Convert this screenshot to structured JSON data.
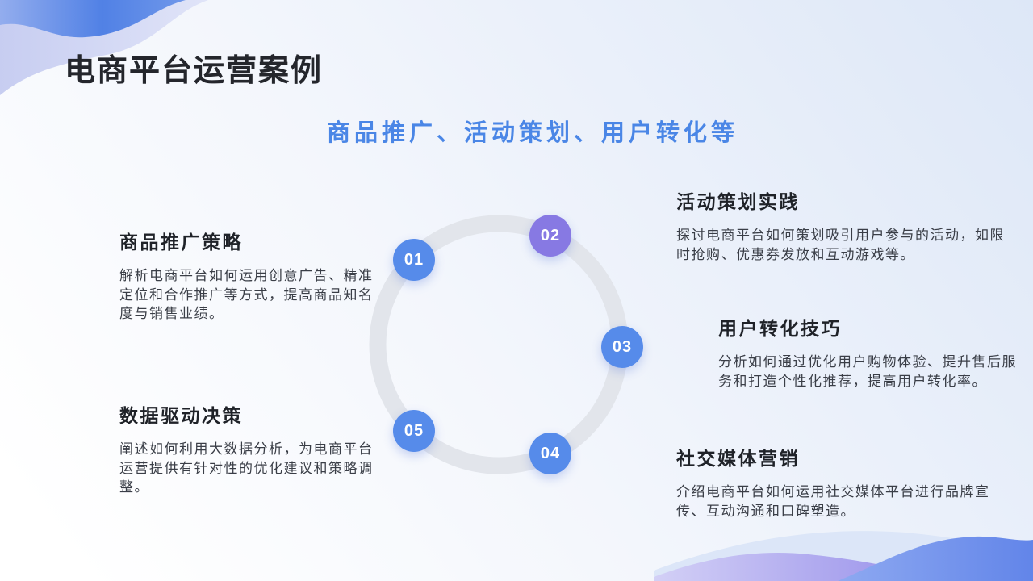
{
  "slide": {
    "title": "电商平台运营案例",
    "subtitle": "商品推广、活动策划、用户转化等"
  },
  "sections": [
    {
      "id": "product-promotion",
      "heading": "商品推广策略",
      "body": "解析电商平台如何运用创意广告、精准定位和合作推广等方式，提高商品知名度与销售业绩。"
    },
    {
      "id": "data-driven",
      "heading": "数据驱动决策",
      "body": "阐述如何利用大数据分析，为电商平台运营提供有针对性的优化建议和策略调整。"
    },
    {
      "id": "event-planning",
      "heading": "活动策划实践",
      "body": "探讨电商平台如何策划吸引用户参与的活动，如限时抢购、优惠券发放和互动游戏等。"
    },
    {
      "id": "user-conversion",
      "heading": "用户转化技巧",
      "body": "分析如何通过优化用户购物体验、提升售后服务和打造个性化推荐，提高用户转化率。"
    },
    {
      "id": "social-media",
      "heading": "社交媒体营销",
      "body": "介绍电商平台如何运用社交媒体平台进行品牌宣传、互动沟通和口碑塑造。"
    }
  ],
  "diagram": {
    "type": "circular-process",
    "ring_color": "#e2e5eb",
    "badges": [
      {
        "num": "01",
        "color": "#568bea"
      },
      {
        "num": "02",
        "color": "#8779e3"
      },
      {
        "num": "03",
        "color": "#568bea"
      },
      {
        "num": "04",
        "color": "#568bea"
      },
      {
        "num": "05",
        "color": "#568bea"
      }
    ]
  },
  "colors": {
    "title_text": "#24262c",
    "subtitle_accent": "#4a86e6",
    "heading_text": "#1f2228",
    "body_text": "#3a3e47",
    "badge_blue": "#568bea",
    "badge_purple": "#8779e3",
    "ring_gray": "#e2e5eb",
    "deco_blue": "#5181e5",
    "deco_purple": "#8d84e8"
  }
}
